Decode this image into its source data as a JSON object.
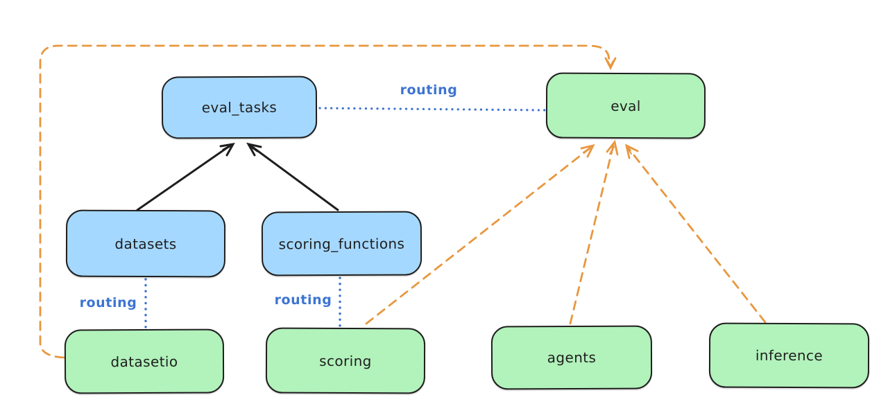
{
  "diagram": {
    "kind": "architecture-diagram",
    "nodes": {
      "eval_tasks": {
        "label": "eval_tasks",
        "group": "resource",
        "fill": "#a5d8ff"
      },
      "eval": {
        "label": "eval",
        "group": "api",
        "fill": "#b2f2bb"
      },
      "datasets": {
        "label": "datasets",
        "group": "resource",
        "fill": "#a5d8ff"
      },
      "scoring_functions": {
        "label": "scoring_functions",
        "group": "resource",
        "fill": "#a5d8ff"
      },
      "datasetio": {
        "label": "datasetio",
        "group": "api",
        "fill": "#b2f2bb"
      },
      "scoring": {
        "label": "scoring",
        "group": "api",
        "fill": "#b2f2bb"
      },
      "agents": {
        "label": "agents",
        "group": "api",
        "fill": "#b2f2bb"
      },
      "inference": {
        "label": "inference",
        "group": "api",
        "fill": "#b2f2bb"
      }
    },
    "edges": [
      {
        "from": "datasets",
        "to": "eval_tasks",
        "style": "solid-arrow",
        "color": "#1e1e1e",
        "label": ""
      },
      {
        "from": "scoring_functions",
        "to": "eval_tasks",
        "style": "solid-arrow",
        "color": "#1e1e1e",
        "label": ""
      },
      {
        "from": "eval_tasks",
        "to": "eval",
        "style": "dotted",
        "color": "#3d74d1",
        "label": "routing"
      },
      {
        "from": "datasets",
        "to": "datasetio",
        "style": "dotted",
        "color": "#3d74d1",
        "label": "routing"
      },
      {
        "from": "scoring_functions",
        "to": "scoring",
        "style": "dotted",
        "color": "#3d74d1",
        "label": "routing"
      },
      {
        "from": "datasetio",
        "to": "eval",
        "style": "dashed-arrow",
        "color": "#e8973f",
        "label": ""
      },
      {
        "from": "scoring",
        "to": "eval",
        "style": "dashed-arrow",
        "color": "#e8973f",
        "label": ""
      },
      {
        "from": "agents",
        "to": "eval",
        "style": "dashed-arrow",
        "color": "#e8973f",
        "label": ""
      },
      {
        "from": "inference",
        "to": "eval",
        "style": "dashed-arrow",
        "color": "#e8973f",
        "label": ""
      }
    ],
    "colors": {
      "background": "#ffffff",
      "resource_fill_blue": "#a5d8ff",
      "api_fill_green": "#b2f2bb",
      "stroke_black": "#1e1e1e",
      "routing_blue": "#3d74d1",
      "provider_orange": "#e8973f"
    }
  }
}
